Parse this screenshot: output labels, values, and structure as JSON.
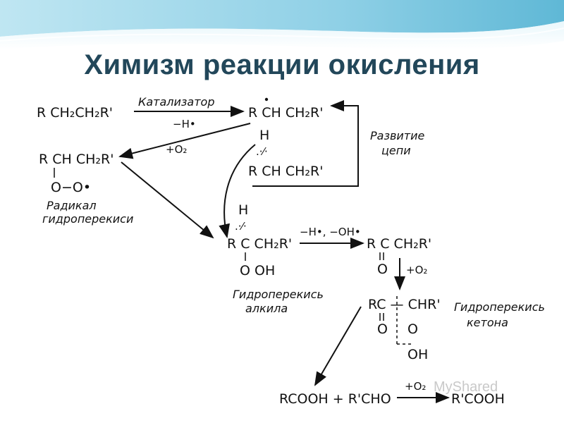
{
  "slide": {
    "title": "Химизм реакции окисления",
    "accent_color": "#22475a",
    "header_wave_color": "#9fd6e8"
  },
  "diagram": {
    "start_compound": "R CH₂CH₂R'",
    "catalyst_label": "Катализатор",
    "minus_h_label": "−H•",
    "plus_o2_label": "+O₂",
    "radical": "R CH CH₂R'",
    "peroxy_radical_top": "R CH CH₂R'",
    "peroxy_radical_bottom": "O−O•",
    "peroxy_radical_name_1": "Радикал",
    "peroxy_radical_name_2": "гидроперекиси",
    "chain_h": "H",
    "chain_compound": "R CH CH₂R'",
    "chain_label_1": "Развитие",
    "chain_label_2": "цепи",
    "hydroperoxide_h": "H",
    "hydroperoxide_top": "R C CH₂R'",
    "hydroperoxide_bottom": "O OH",
    "hydroperoxide_name_1": "Гидроперекись",
    "hydroperoxide_name_2": "алкила",
    "dehydration_label": "−H•, −OH•",
    "ketone_top": "R C CH₂R'",
    "ketone_bottom": "O",
    "plus_o2_ketone": "+O₂",
    "ketone_peroxide_top": "RC — CHR'",
    "ketone_peroxide_o1": "O",
    "ketone_peroxide_o2": "O",
    "ketone_peroxide_oh": "OH",
    "ketone_peroxide_name_1": "Гидроперекись",
    "ketone_peroxide_name_2": "кетона",
    "products": "RCOOH + R'CHO",
    "final_o2": "+O₂",
    "final_product": "R'COOH"
  },
  "watermark": "MyShared"
}
